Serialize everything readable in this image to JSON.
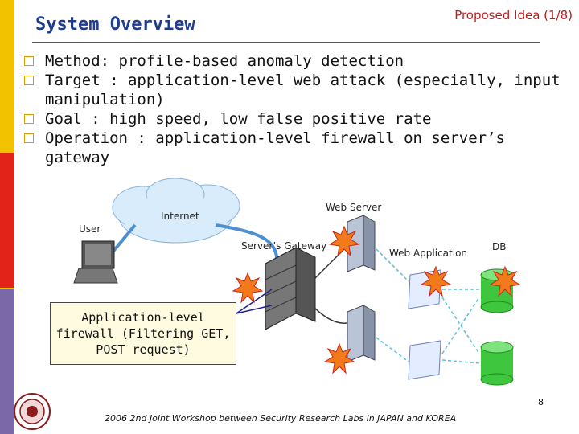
{
  "header": {
    "title": "System Overview",
    "section": "Proposed Idea (1/8)"
  },
  "bullets": [
    "Method: profile-based anomaly detection",
    "Target : application-level web attack (especially, input manipulation)",
    "Goal : high speed, low false positive rate",
    "Operation : application-level firewall on server’s gateway"
  ],
  "diagram": {
    "internet": "Internet",
    "user": "User",
    "web_server": "Web Server",
    "gateway": "Server’s Gateway",
    "web_application": "Web Application",
    "db": "DB",
    "callout": "Application-level firewall (Filtering GET, POST request)"
  },
  "footer": {
    "text": "2006 2nd Joint Workshop between  Security Research Labs in JAPAN and KOREA",
    "page_number": "8"
  },
  "colors": {
    "title": "#1f3c8f",
    "section": "#c21818",
    "sidebar_yellow": "#f2c200",
    "sidebar_red": "#e2231a",
    "sidebar_purple": "#7a68a8",
    "bullet_marker": "#e09a00",
    "callout_bg": "#fffbe0"
  }
}
